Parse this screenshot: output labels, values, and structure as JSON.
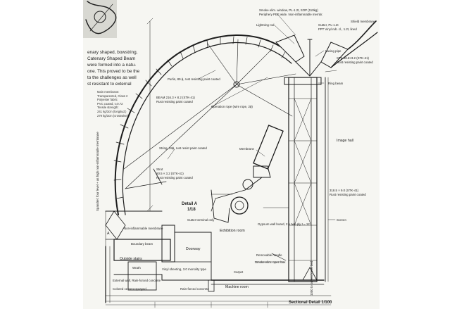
{
  "intro_lines": [
    "enary shaped, bowstring,",
    "Catenary Shaped Beam",
    "were formed into a natu-",
    "one. This proved to be the",
    "to the challenges as well",
    "st resistant to external"
  ],
  "spec_lines": [
    "Main membrane:",
    "Transparented, Class 2",
    "Polyester fabric",
    "PVC coated, t=0.72",
    "Tensile strength:",
    "241 kg/3cm (longitud.)",
    "279 kg/3cm (crosswise)"
  ],
  "labels": {
    "smoke_exhaust": "Smoke elim. window, PL-1.2t, SOP (110kg)",
    "periphery": "Periphery PEE wide. Non-inflammable membr.",
    "lightning_rod": "Lightning rod",
    "gutter": "Gutter, PL-1.2t",
    "gutter_spec": "FPT Vinyl rub. cl., 1.2t, lined",
    "shield_membrane": "Shield membrane",
    "lacing_pipe": "Lacing pipe",
    "pipe_spec": "STK 48.6×3.2 (STK-41)",
    "rust_paint_right": "Rust resisting paint coated",
    "ring_beam": "Ring beam",
    "purlin": "Purlin, 89 ϕ, rust resisting paint coated",
    "beam_spec": "BEAM 216.3 × 8.2 (STK-41)",
    "rust_paint_arch": "Rust resisting paint coated",
    "operation_rope": "Operation rope (wire rope, 2ϕ)",
    "image_hall": "Image hall",
    "membrane": "Membrane",
    "string": "String, 28ϕ, rust resist paint coated",
    "strut": "Strut",
    "strut_spec": "60.5 × 3.2 (STK-41)",
    "strut_paint": "Rust resisting paint coated",
    "column_spec": "318.5 × 9.0 (STK-41)",
    "column_paint": "Rust resisting paint coated",
    "membrane_side": "Spandrel: four level + as high non-inflammable membrane",
    "detail_a": "Detail A",
    "detail_a_scale": "1/18",
    "gutter_terminal": "Gutter terminal only",
    "exhibition_room": "Exhibition room",
    "gypsum_wall": "Gypsum wall board, 2 × two-ply t = 12",
    "screen": "Screen",
    "non_inflammable": "Non-inflammable membrane",
    "boundary_beam": "Boundary beam",
    "a_marker": "A",
    "doorway": "Doorway",
    "outside_stairs": "Outside stairs",
    "removable_handle": "Removable handle",
    "smoke_elim": "Smoke elim. oper. box",
    "vinyl_sheet": "Vinyl sheeting, 3.0 monolity type",
    "wrath": "Wrath",
    "carpet": "Carpet",
    "screen_lower": "1000 to screen lower bed",
    "external_wall": "External wall, Rain-forced concrete",
    "colored_cement": "Colored cement sprayed",
    "rainforced": "Rain-forced concrete",
    "machine_room": "Machine room",
    "sectional_detail": "Sectional Detail 1/100"
  },
  "colors": {
    "ink": "#1c1c1c",
    "paper": "#f6f6f2",
    "background": "#ffffff"
  }
}
